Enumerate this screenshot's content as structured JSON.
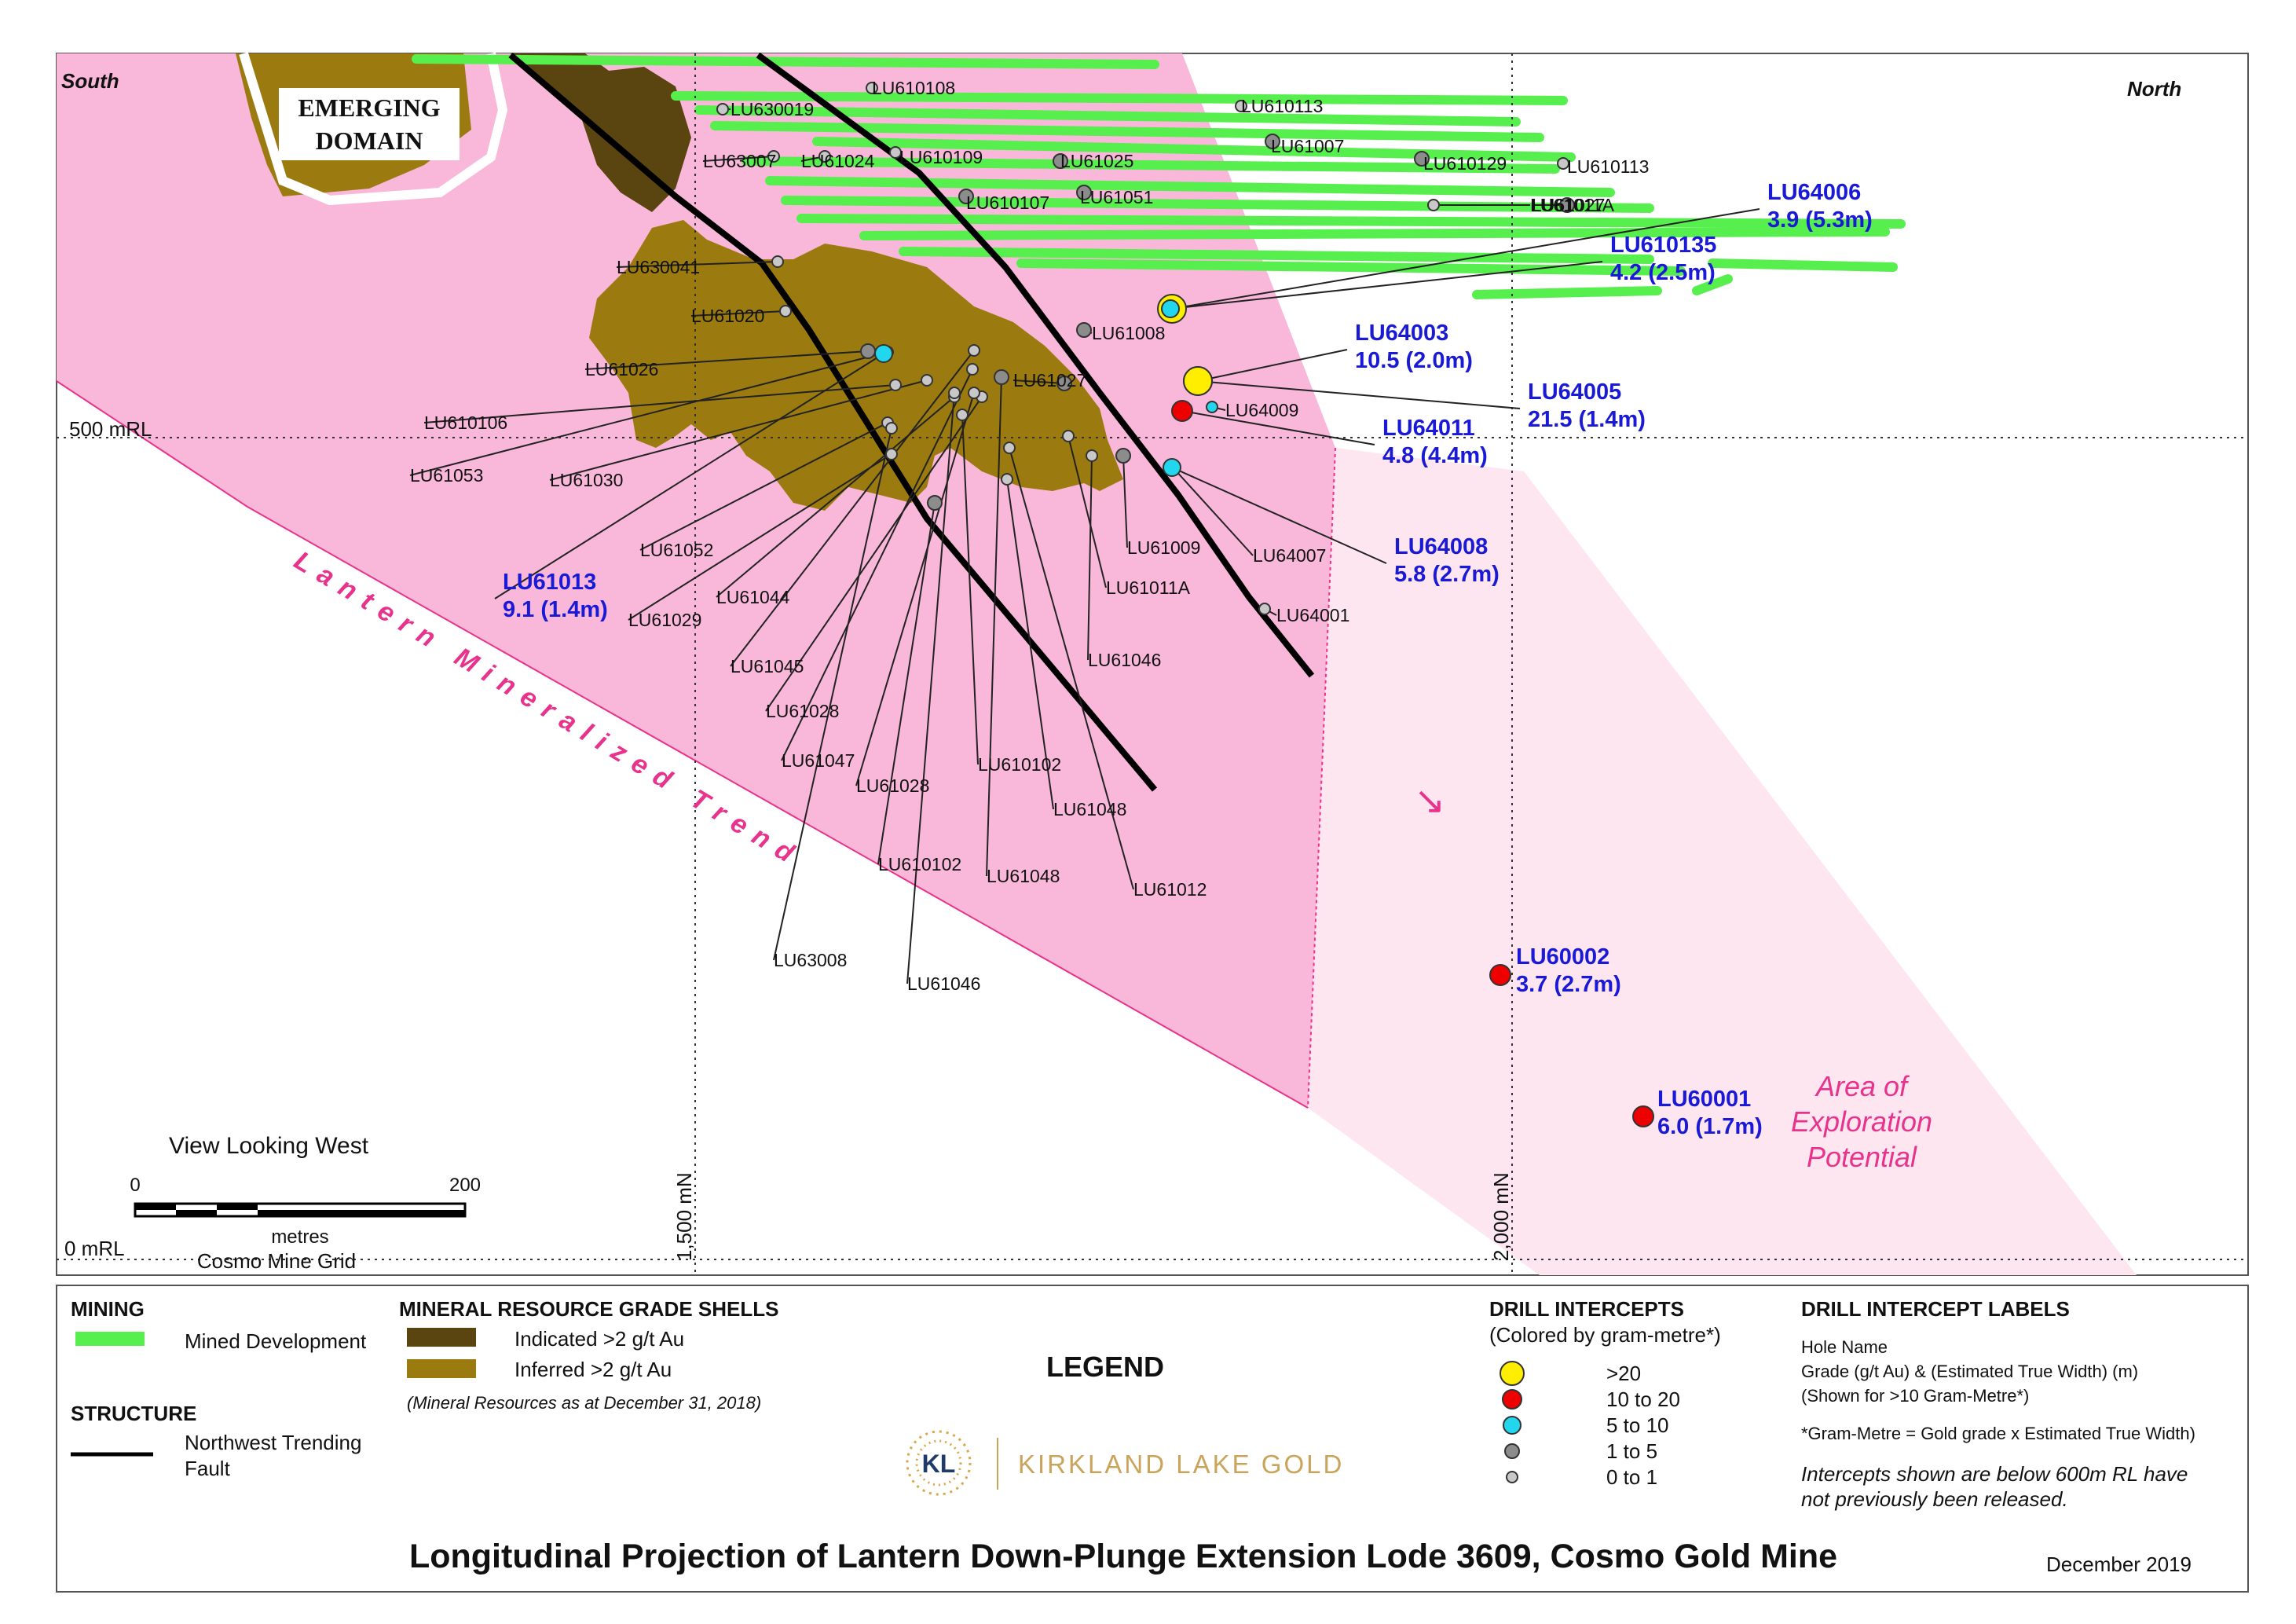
{
  "orientation": {
    "south": "South",
    "north": "North"
  },
  "domain_label": [
    "EMERGING",
    "DOMAIN"
  ],
  "grid": {
    "rl_500": "500 mRL",
    "rl_0": "0 mRL",
    "mn_1500": "1,500 mN",
    "mn_2000": "2,000 mN"
  },
  "trend_label": "Lantern Mineralized Trend",
  "exploration_label": [
    "Area of",
    "Exploration",
    "Potential"
  ],
  "view_label": "View Looking West",
  "scale": {
    "min": "0",
    "max": "200",
    "unit": "metres",
    "grid_name": "Cosmo Mine Grid"
  },
  "hole_labels": [
    "LU610108",
    "LU630019",
    "LU63007",
    "LU61024",
    "LU610109",
    "LU61025",
    "LU610107",
    "LU61051",
    "LU610113",
    "LU61007",
    "LU610129",
    "LU610113",
    "LU61011A",
    "LU61027",
    "LU630041",
    "LU61020",
    "LU61026",
    "LU610106",
    "LU61053",
    "LU61030",
    "LU61008",
    "LU61027",
    "LU64009",
    "LU61052",
    "LU61029",
    "LU61044",
    "LU61045",
    "LU61028",
    "LU61047",
    "LU61028",
    "LU610102",
    "LU610102",
    "LU61048",
    "LU61048",
    "LU63008",
    "LU61046",
    "LU61009",
    "LU61011A",
    "LU61046",
    "LU61012",
    "LU64007",
    "LU64001"
  ],
  "intercepts": [
    {
      "name": "LU64006",
      "grade": "3.9 (5.3m)"
    },
    {
      "name": "LU610135",
      "grade": "4.2 (2.5m)"
    },
    {
      "name": "LU64003",
      "grade": "10.5 (2.0m)"
    },
    {
      "name": "LU64005",
      "grade": "21.5 (1.4m)"
    },
    {
      "name": "LU64011",
      "grade": "4.8 (4.4m)"
    },
    {
      "name": "LU64008",
      "grade": "5.8 (2.7m)"
    },
    {
      "name": "LU61013",
      "grade": "9.1 (1.4m)"
    },
    {
      "name": "LU60002",
      "grade": "3.7 (2.7m)"
    },
    {
      "name": "LU60001",
      "grade": "6.0 (1.7m)"
    }
  ],
  "legend": {
    "title": "LEGEND",
    "mining_title": "MINING",
    "mining_item": "Mined Development",
    "structure_title": "STRUCTURE",
    "structure_item": [
      "Northwest Trending",
      "Fault"
    ],
    "shells_title": "MINERAL RESOURCE GRADE SHELLS",
    "shells_items": [
      "Indicated >2 g/t Au",
      "Inferred >2 g/t Au"
    ],
    "shells_note": "(Mineral Resources as at December 31, 2018)",
    "drill_title": "DRILL INTERCEPTS",
    "drill_subtitle": "(Colored by gram-metre*)",
    "drill_classes": [
      {
        "label": ">20",
        "color": "#ffee00"
      },
      {
        "label": "10  to  20",
        "color": "#ee0000"
      },
      {
        "label": "5  to  10",
        "color": "#22d6ee"
      },
      {
        "label": "1  to    5",
        "color": "#8c8c8c"
      },
      {
        "label": "0  to    1",
        "color": "#c8c8c8"
      }
    ],
    "labels_title": "DRILL INTERCEPT LABELS",
    "labels_lines": [
      "Hole Name",
      "Grade (g/t Au) & (Estimated True Width) (m)",
      "(Shown for >10 Gram-Metre*)"
    ],
    "labels_note": "*Gram-Metre = Gold grade x Estimated True Width)",
    "labels_release": [
      "Intercepts shown are below 600m RL have",
      "not previously been released."
    ]
  },
  "logo": {
    "monogram": "KL",
    "company": "KIRKLAND LAKE GOLD"
  },
  "footer": {
    "title": "Longitudinal Projection of Lantern Down-Plunge Extension Lode 3609, Cosmo Gold Mine",
    "date": "December 2019"
  },
  "colors": {
    "trend": "#f9b8d9",
    "exploration": "#fde6f0",
    "inferred": "#9b7b10",
    "indicated": "#5a4510",
    "mined": "#57ef4d",
    "fault": "#000000",
    "label_blue": "#1a1ad6",
    "pink_text": "#e8338c"
  }
}
